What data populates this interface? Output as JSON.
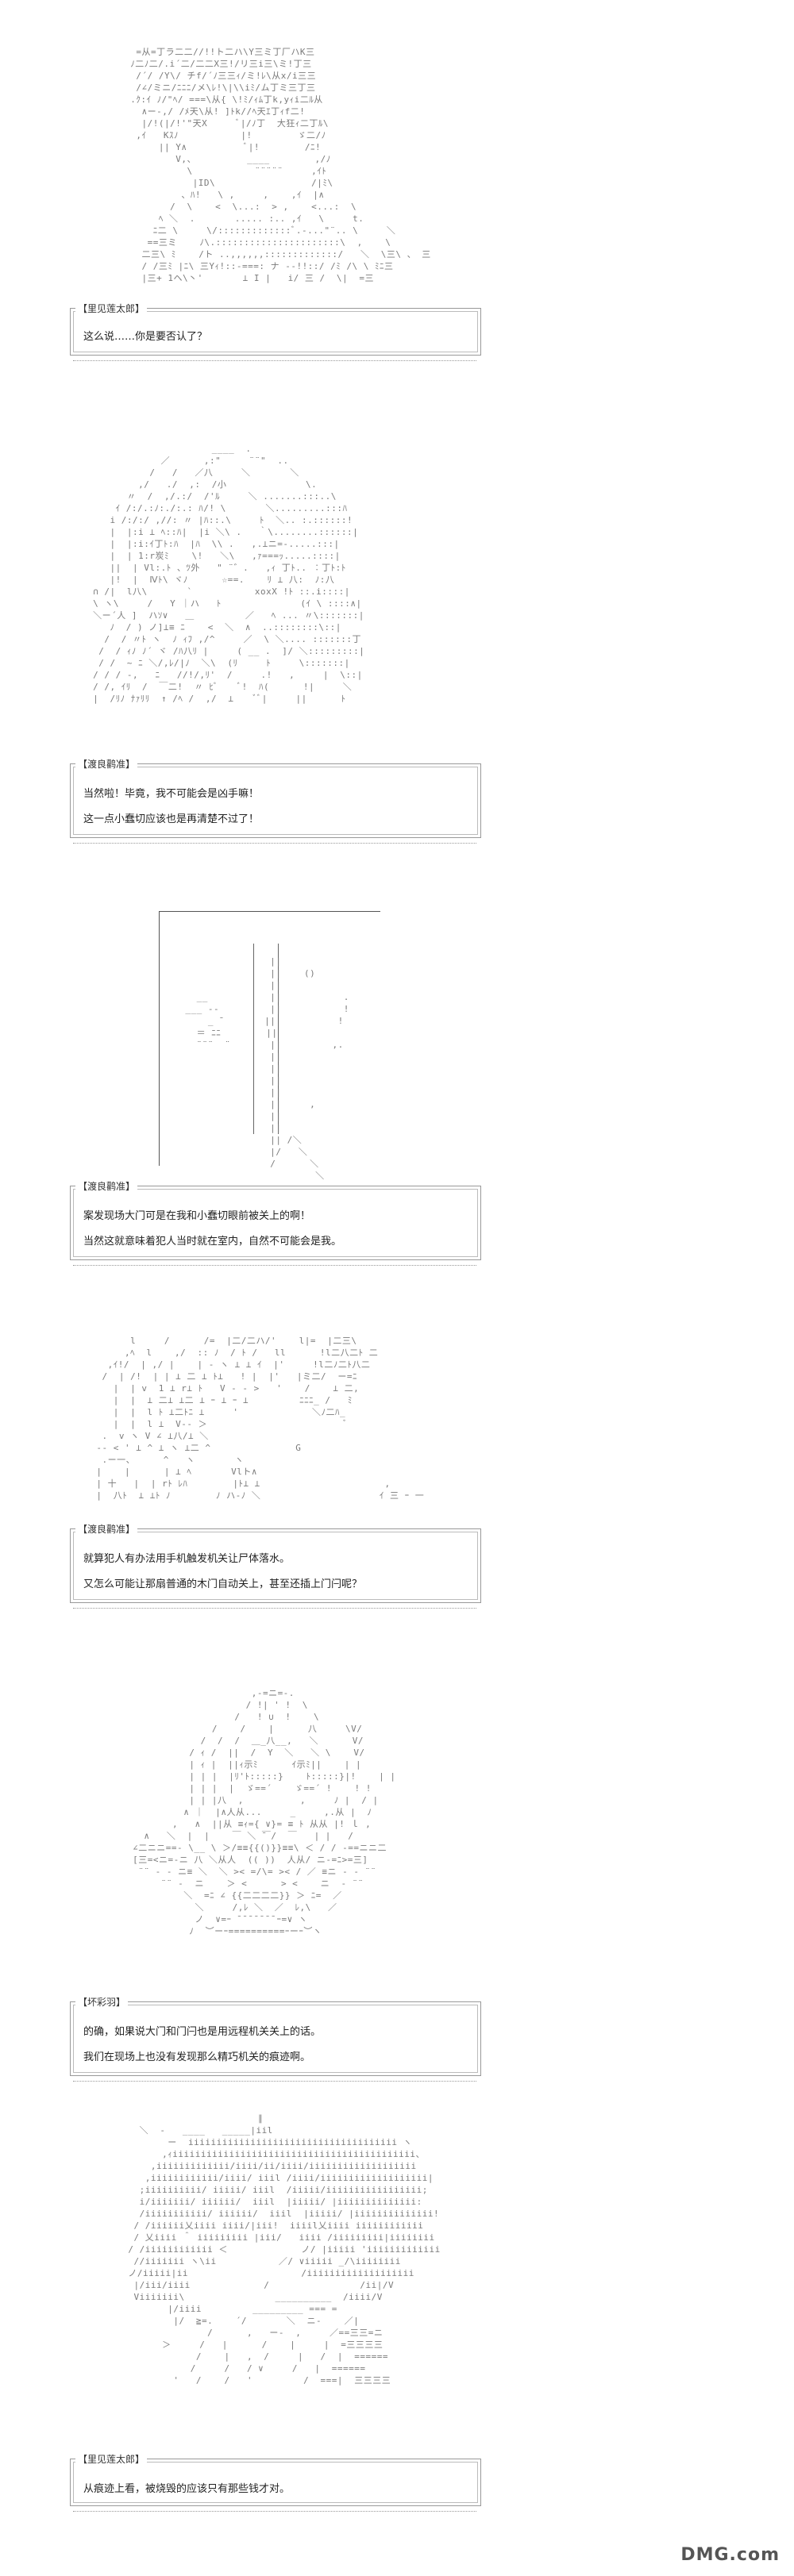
{
  "panels": [
    {
      "speaker": "【里见莲太郎】",
      "lines": [
        "这么说……你是要否认了？"
      ]
    },
    {
      "speaker": "【渡良鹳准】",
      "lines": [
        "当然啦！毕竟，我不可能会是凶手嘛！",
        "这一点小蠢切应该也是再清楚不过了！"
      ]
    },
    {
      "speaker": "【渡良鹳准】",
      "lines": [
        "案发现场大门可是在我和小蠢切眼前被关上的啊！",
        "当然这就意味着犯人当时就在室内，自然不可能会是我。"
      ]
    },
    {
      "speaker": "【渡良鹳准】",
      "lines": [
        "就算犯人有办法用手机触发机关让尸体落水。",
        "又怎么可能让那扇普通的木门自动关上，甚至还插上门闩呢？"
      ]
    },
    {
      "speaker": "【坏彩羽】",
      "lines": [
        "的确，如果说大门和门闩也是用远程机关关上的话。",
        "我们在现场上也没有发现那么精巧机关的痕迹啊。"
      ]
    },
    {
      "speaker": "【里见莲太郎】",
      "lines": [
        "从痕迹上看，被烧毁的应该只有那些钱才对。"
      ]
    }
  ],
  "watermark": "DMG.com"
}
